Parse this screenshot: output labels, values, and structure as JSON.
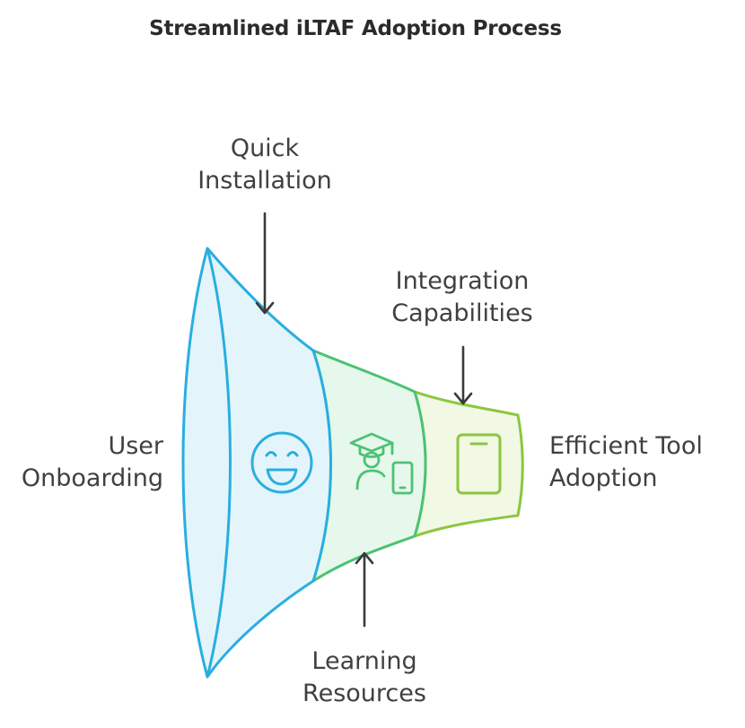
{
  "title": "Streamlined iLTAF Adoption Process",
  "stages": [
    {
      "name": "User Onboarding",
      "icon": "smiling-face-icon",
      "color": "#2aaee0",
      "fill": "#e3f5fb"
    },
    {
      "name": "Learning Resources",
      "icon": "student-with-phone-icon",
      "color": "#4cc274",
      "fill": "#e6f8ec"
    },
    {
      "name": "Efficient Tool Adoption",
      "icon": "tablet-icon",
      "color": "#8cc63f",
      "fill": "#f1f8e3"
    }
  ],
  "labels": {
    "quick_installation": [
      "Quick",
      "Installation"
    ],
    "integration_capabilities": [
      "Integration",
      "Capabilities"
    ],
    "user_onboarding": [
      "User",
      "Onboarding"
    ],
    "efficient_tool_adoption": [
      "Efficient Tool",
      "Adoption"
    ],
    "learning_resources": [
      "Learning",
      "Resources"
    ]
  },
  "arrow_color": "#3a3a3a"
}
